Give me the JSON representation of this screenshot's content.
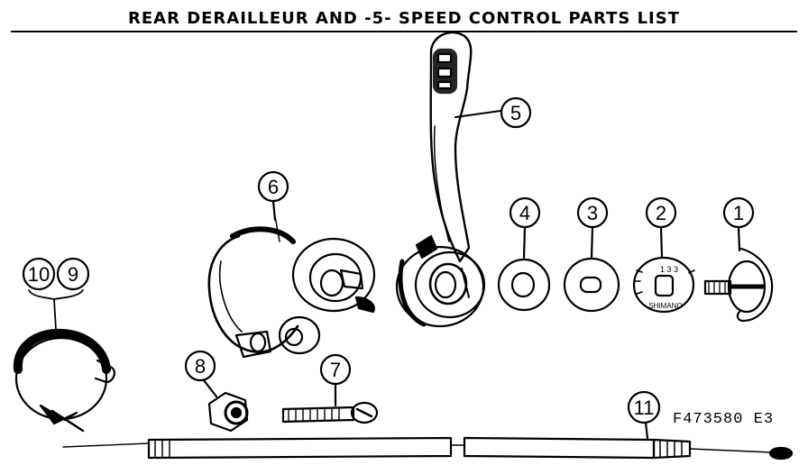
{
  "title": "REAR DERAILLEUR AND -5- SPEED CONTROL PARTS LIST",
  "reference_code": "F473580 E3",
  "callouts": [
    "1",
    "2",
    "3",
    "4",
    "5",
    "6",
    "7",
    "8",
    "9",
    "10",
    "11"
  ],
  "part_markings": {
    "washer_numbers": "1 3 3",
    "washer_brand": "SHIMANO"
  },
  "colors": {
    "ink": "#000000",
    "paper": "#ffffff"
  }
}
